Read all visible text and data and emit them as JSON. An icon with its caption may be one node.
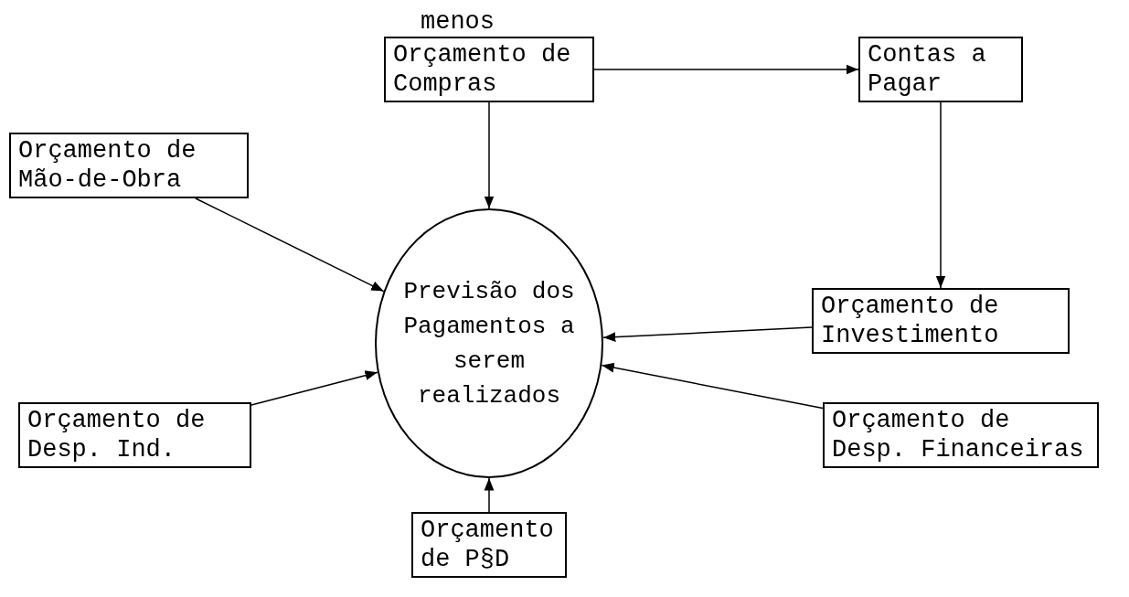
{
  "diagram": {
    "nodes": [
      {
        "text": [
          "Orçamento de Compras"
        ]
      },
      {
        "text": [
          "Contas a Pagar"
        ]
      },
      {
        "text": [
          "Orçamento de Mão-de-Obra"
        ]
      },
      {
        "text": [
          "Previsão dos Pagamentos a serem realizados"
        ]
      },
      {
        "text": [
          "Orçamento de Investimento"
        ]
      },
      {
        "text": [
          "Orçamento de Desp. Ind."
        ]
      },
      {
        "text": [
          "Orçamento de Desp. Financeiras"
        ]
      },
      {
        "text": [
          "Orçamento de P§D"
        ]
      }
    ],
    "edges": [
      {
        "from": 0,
        "to": 1,
        "arrow": "to"
      },
      {
        "from": 0,
        "to": 3,
        "arrow": "to"
      },
      {
        "from": 2,
        "to": 3,
        "arrow": "to"
      },
      {
        "from": 5,
        "to": 3,
        "arrow": "to"
      },
      {
        "from": 1,
        "to": 4,
        "arrow": "to"
      },
      {
        "from": 4,
        "to": 3,
        "arrow": "to"
      },
      {
        "from": 6,
        "to": 3,
        "arrow": "to"
      },
      {
        "from": 7,
        "to": 3,
        "arrow": "to"
      }
    ],
    "labels": [
      "menos"
    ]
  }
}
